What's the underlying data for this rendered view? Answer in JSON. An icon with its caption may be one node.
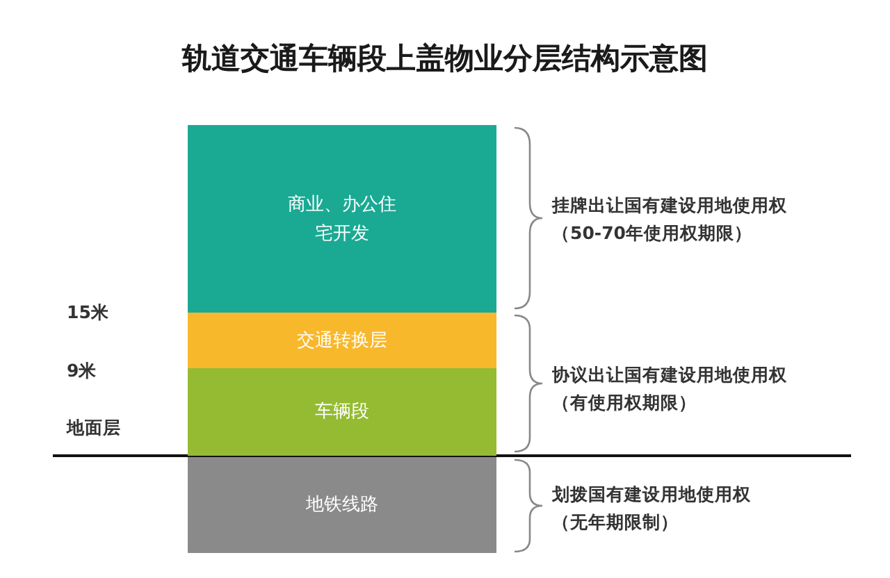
{
  "diagram": {
    "title": "轨道交通车辆段上盖物业分层结构示意图",
    "nodes": [
      {
        "text": [
          "商业、办公住宅开发"
        ]
      },
      {
        "text": [
          "交通转换层"
        ]
      },
      {
        "text": [
          "车辆段"
        ]
      },
      {
        "text": [
          "地铁线路"
        ]
      }
    ],
    "labels": [
      "15米",
      "9米",
      "地面层",
      "挂牌出让国有建设用地使用权",
      "（50-70年使用权期限）",
      "协议出让国有建设用地使用权",
      "（有使用权期限）",
      "划拨国有建设用地使用权",
      "（无年期限制）"
    ]
  }
}
